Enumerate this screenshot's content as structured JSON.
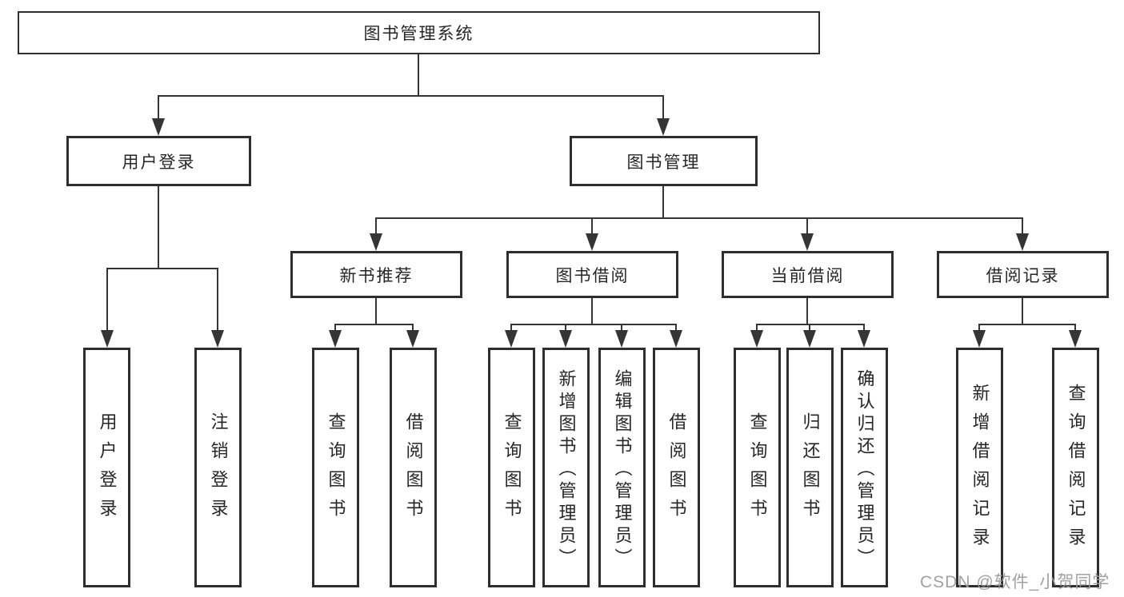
{
  "colors": {
    "line": "#353535",
    "box_border": "#2e2e2e",
    "text": "#262626",
    "background": "#ffffff",
    "watermark": "#9c9c9c"
  },
  "tree": {
    "root": "图书管理系统",
    "branches": [
      {
        "label": "用户登录",
        "leaves": [
          "用户登录",
          "注销登录"
        ]
      },
      {
        "label": "图书管理",
        "groups": [
          {
            "label": "新书推荐",
            "leaves": [
              "查询图书",
              "借阅图书"
            ]
          },
          {
            "label": "图书借阅",
            "leaves": [
              "查询图书",
              "新增图书（管理员）",
              "编辑图书（管理员）",
              "借阅图书"
            ]
          },
          {
            "label": "当前借阅",
            "leaves": [
              "查询图书",
              "归还图书",
              "确认归还（管理员）"
            ]
          },
          {
            "label": "借阅记录",
            "leaves": [
              "新增借阅记录",
              "查询借阅记录"
            ]
          }
        ]
      }
    ]
  },
  "watermark": "CSDN @软件_小贺同学"
}
